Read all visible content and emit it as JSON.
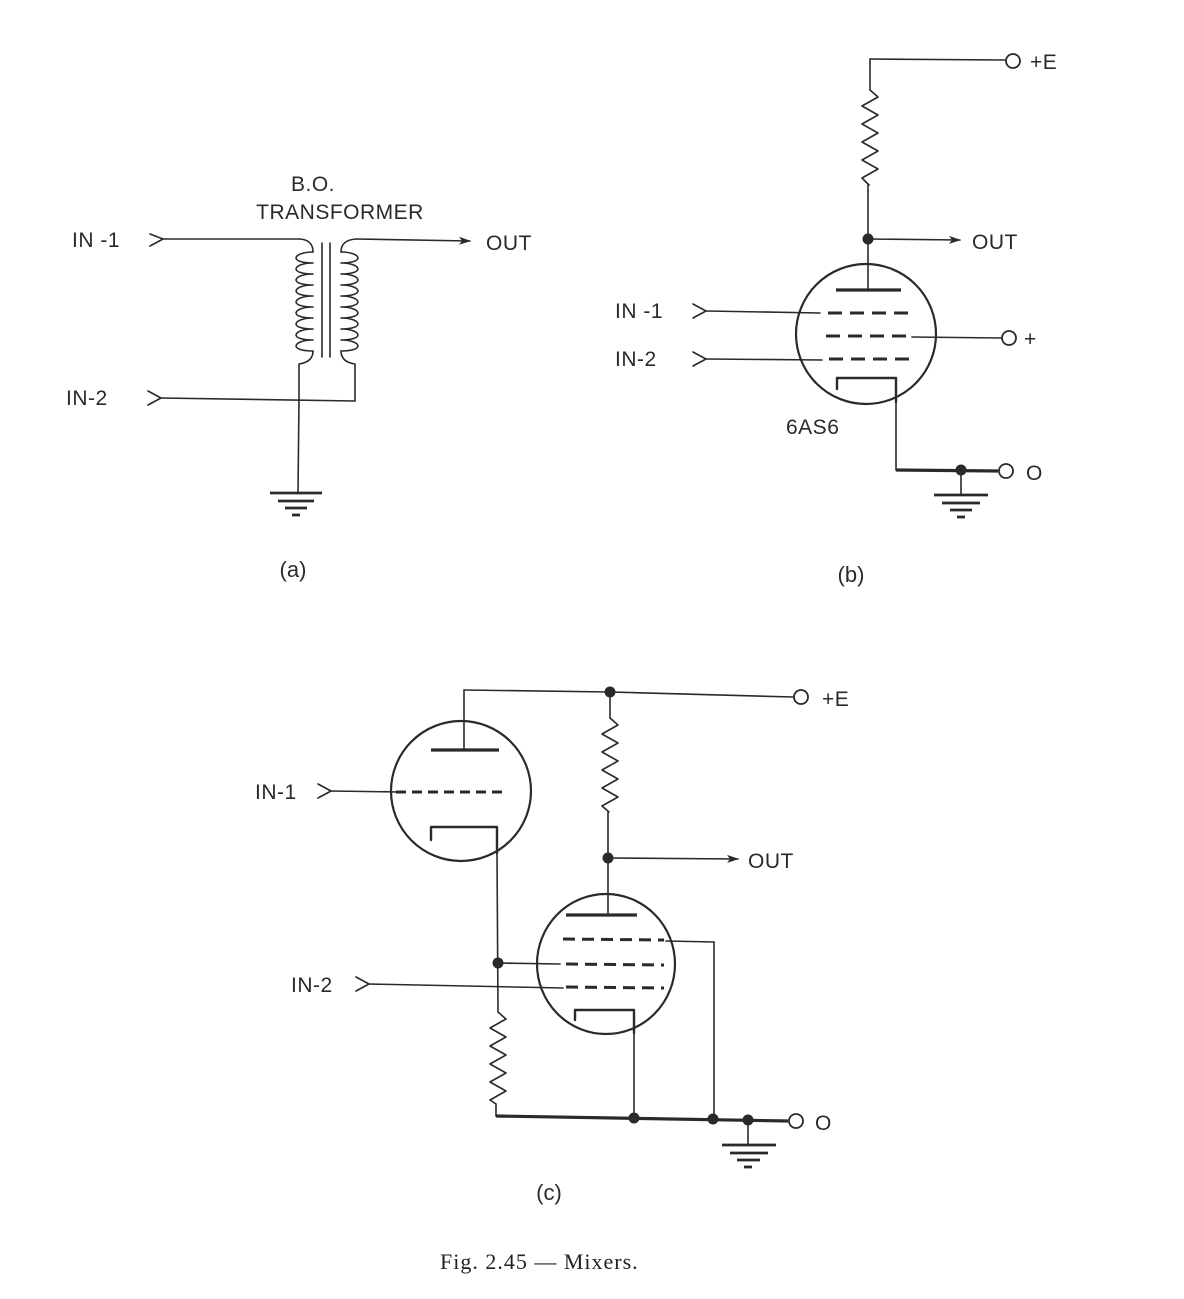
{
  "figure": {
    "caption": "Fig. 2.45 — Mixers.",
    "background": "#ffffff",
    "ink_color": "#2a2a2a"
  },
  "panel_a": {
    "sublabel": "(a)",
    "component_label_line1": "B.O.",
    "component_label_line2": "TRANSFORMER",
    "input1": "IN -1",
    "input2": "IN-2",
    "output": "OUT",
    "components": [
      "transformer",
      "ground"
    ]
  },
  "panel_b": {
    "sublabel": "(b)",
    "tube_type": "6AS6",
    "input1": "IN -1",
    "input2": "IN-2",
    "output": "OUT",
    "supply_terminal": "+E",
    "screen_terminal": "+",
    "ground_terminal": "O",
    "components": [
      "plate-resistor",
      "pentode-tube",
      "ground"
    ]
  },
  "panel_c": {
    "sublabel": "(c)",
    "input1": "IN-1",
    "input2": "IN-2",
    "output": "OUT",
    "supply_terminal": "+E",
    "ground_terminal": "O",
    "components": [
      "triode-tube",
      "pentode-tube",
      "plate-resistor",
      "cathode-resistor",
      "ground"
    ]
  }
}
